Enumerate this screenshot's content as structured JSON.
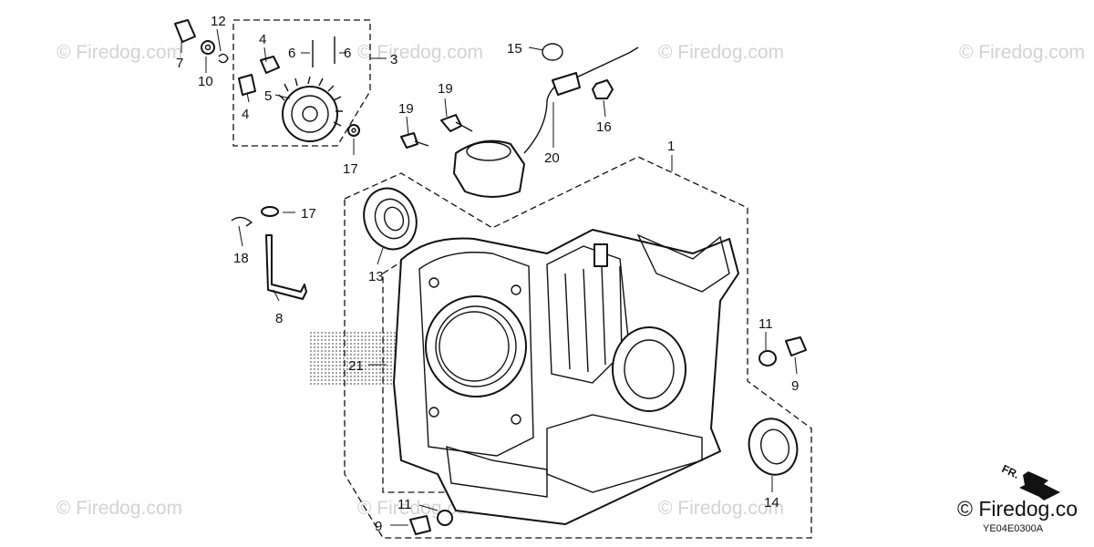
{
  "watermarks": {
    "text": "© Firedog.com"
  },
  "brand_watermark": "© Firedog.co",
  "diagram_code": "YE04E0300A",
  "front_marker": "FR.",
  "callouts": {
    "p1": "1",
    "p3": "3",
    "p4a": "4",
    "p4b": "4",
    "p5": "5",
    "p6a": "6",
    "p6b": "6",
    "p7": "7",
    "p8": "8",
    "p9a": "9",
    "p9b": "9",
    "p10": "10",
    "p11a": "11",
    "p11b": "11",
    "p12": "12",
    "p13": "13",
    "p14": "14",
    "p15": "15",
    "p16": "16",
    "p17a": "17",
    "p17b": "17",
    "p18": "18",
    "p19a": "19",
    "p19b": "19",
    "p20": "20",
    "p21": "21"
  }
}
